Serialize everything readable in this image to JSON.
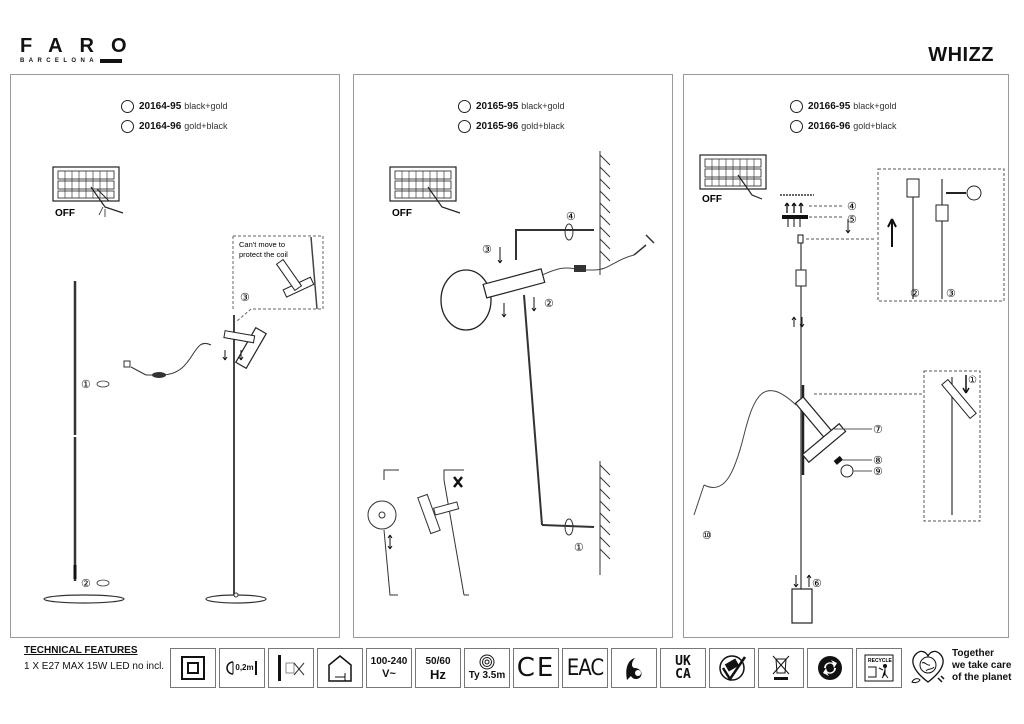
{
  "header": {
    "brand_name": "FARO",
    "brand_sub": "BARCELONA",
    "product_name": "WHIZZ"
  },
  "panels": [
    {
      "variants": [
        {
          "code": "20164-95",
          "color": "black+gold"
        },
        {
          "code": "20164-96",
          "color": "gold+black"
        }
      ],
      "off_label": "OFF",
      "note": [
        "Can't move to",
        "protect the coil"
      ],
      "steps": [
        "①",
        "②",
        "③"
      ]
    },
    {
      "variants": [
        {
          "code": "20165-95",
          "color": "black+gold"
        },
        {
          "code": "20165-96",
          "color": "gold+black"
        }
      ],
      "off_label": "OFF",
      "steps": [
        "①",
        "②",
        "③",
        "④"
      ]
    },
    {
      "variants": [
        {
          "code": "20166-95",
          "color": "black+gold"
        },
        {
          "code": "20166-96",
          "color": "gold+black"
        }
      ],
      "off_label": "OFF",
      "steps": [
        "①",
        "②",
        "③",
        "④",
        "⑤",
        "⑥",
        "⑦",
        "⑧",
        "⑨",
        "⑩"
      ]
    }
  ],
  "technical": {
    "title": "TECHNICAL FEATURES",
    "spec": "1 X E27 MAX 15W LED no incl."
  },
  "icons": {
    "class_ii": "class-ii-insulation",
    "min_distance": "0,2m",
    "no_cover": "do-not-cover",
    "indoor": "indoor-use-only",
    "voltage_top": "100-240",
    "voltage_bottom": "V~",
    "freq_top": "50/60",
    "freq_bottom": "Hz",
    "cable": "Ty 3.5m",
    "ce": "CE",
    "eac": "EAC",
    "ukca_top": "UK",
    "ukca_bottom": "CA",
    "recycle_label": "RECYCLE"
  },
  "planet": {
    "line1": "Together",
    "line2": "we take care",
    "line3": "of the planet"
  }
}
